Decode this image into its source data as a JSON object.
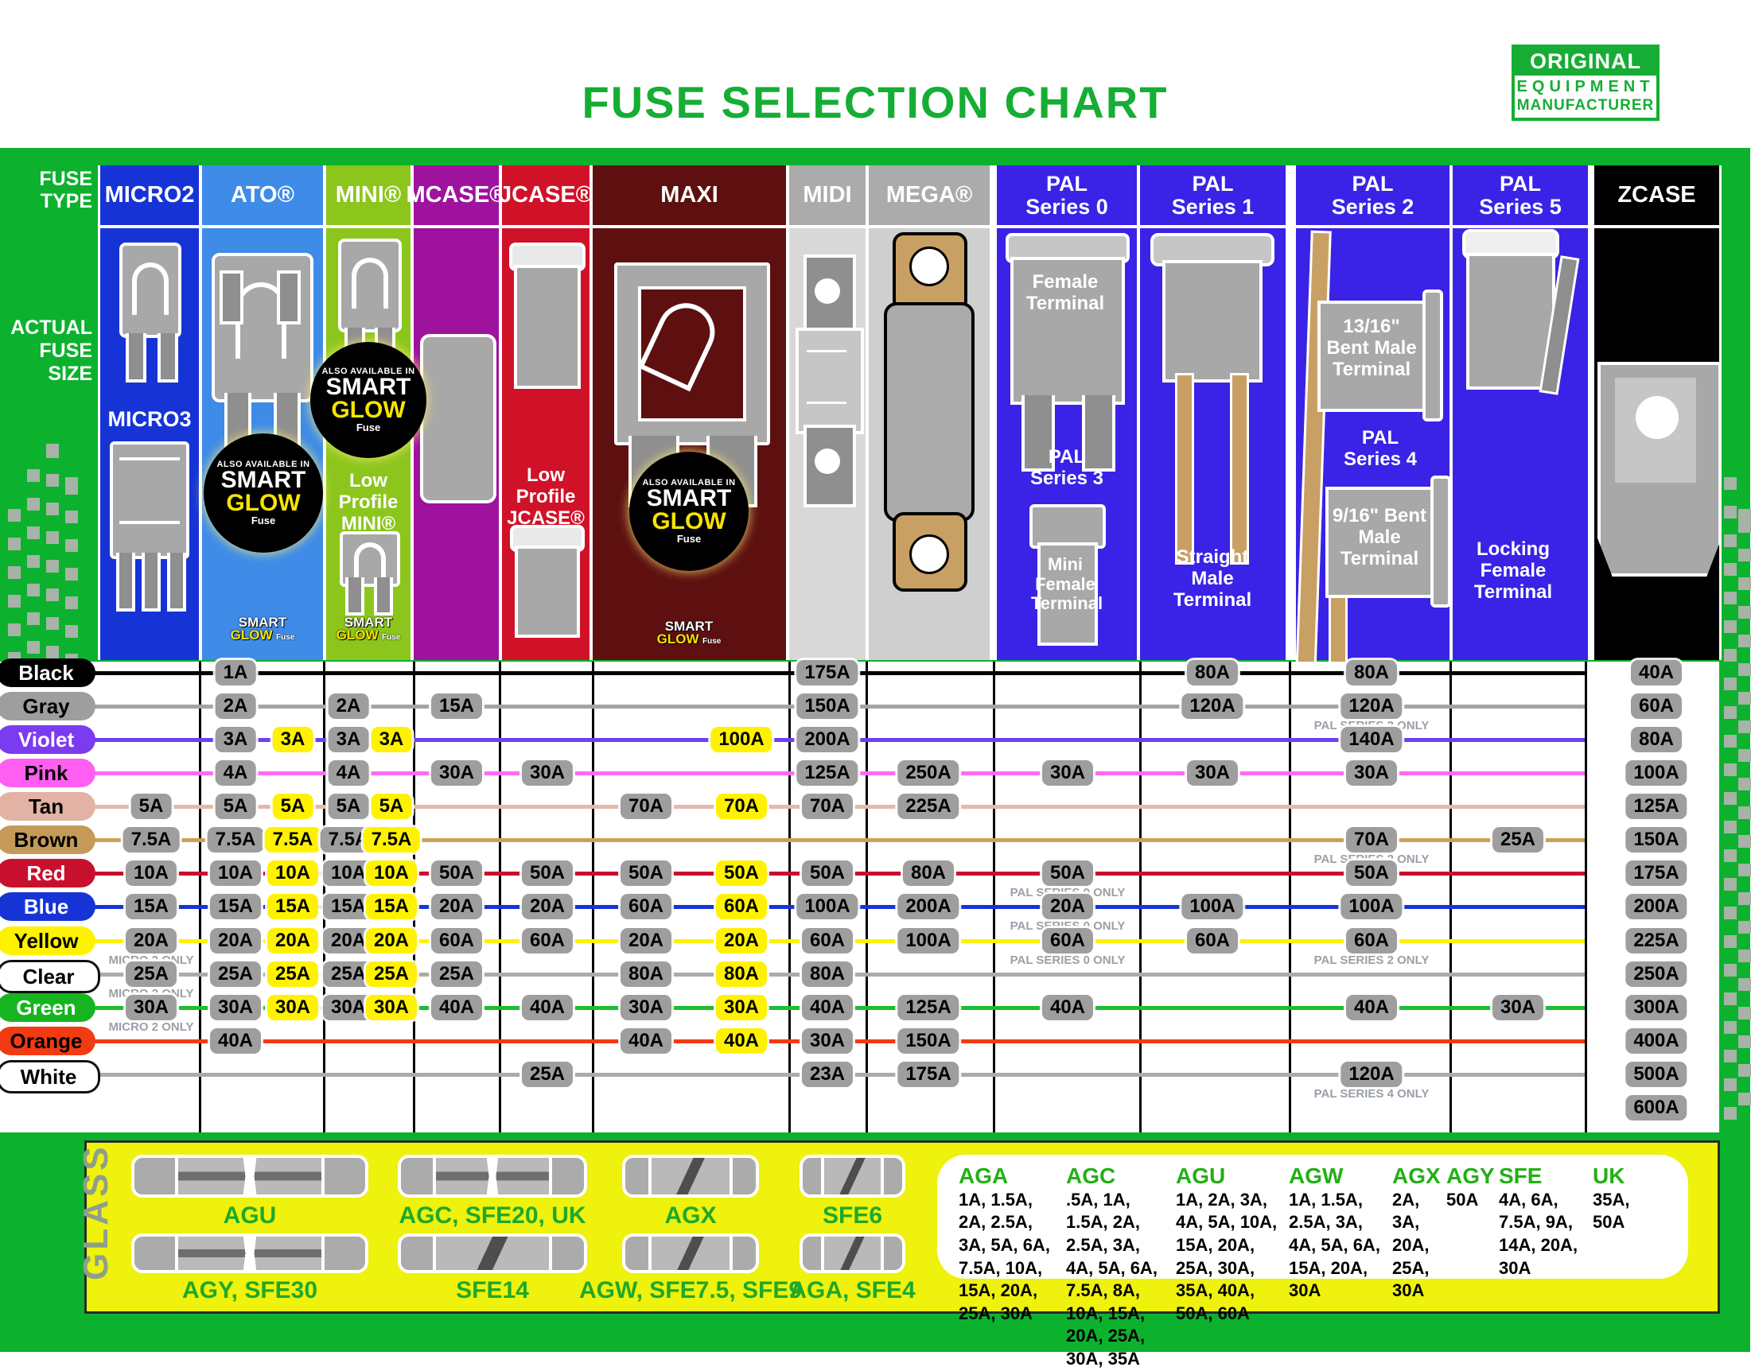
{
  "title": "FUSE SELECTION CHART",
  "oem_badge": {
    "line1": "ORIGINAL",
    "line2": "EQUIPMENT",
    "line3": "MANUFACTURER"
  },
  "left_labels": {
    "fuse_type": "FUSE TYPE",
    "actual_fuse_size": "ACTUAL FUSE SIZE"
  },
  "columns": [
    {
      "id": "micro2",
      "label": "MICRO2"
    },
    {
      "id": "ato",
      "label": "ATO®"
    },
    {
      "id": "mini",
      "label": "MINI®"
    },
    {
      "id": "mcase",
      "label": "MCASE®"
    },
    {
      "id": "jcase",
      "label": "JCASE®"
    },
    {
      "id": "maxi",
      "label": "MAXI"
    },
    {
      "id": "midi",
      "label": "MIDI"
    },
    {
      "id": "mega",
      "label": "MEGA®"
    },
    {
      "id": "pal0",
      "label": "PAL",
      "label2": "Series 0"
    },
    {
      "id": "pal1",
      "label": "PAL",
      "label2": "Series 1"
    },
    {
      "id": "pal2",
      "label": "PAL",
      "label2": "Series 2"
    },
    {
      "id": "pal5",
      "label": "PAL",
      "label2": "Series 5"
    },
    {
      "id": "zcase",
      "label": "ZCASE"
    }
  ],
  "fuse_area": {
    "micro2_sub": "MICRO3",
    "smartglow": {
      "top": "ALSO AVAILABLE IN",
      "l1": "SMART",
      "l2": "GLOW",
      "l3": "Fuse"
    },
    "mini_low_profile": "Low Profile MINI®",
    "jcase_low_profile": "Low Profile JCASE®",
    "pal0_top": "Female Terminal",
    "pal0_mid": "PAL Series 3",
    "pal0_bottom": "Mini Female Terminal",
    "pal1_bottom": "Straight Male Terminal",
    "pal2_top": "13/16\" Bent Male Terminal",
    "pal2_mid": "PAL Series 4",
    "pal2_bottom": "9/16\" Bent Male Terminal",
    "pal5_bottom": "Locking Female Terminal"
  },
  "chart_data": {
    "type": "table",
    "title": "FUSE SELECTION CHART",
    "column_ids": [
      "micro2",
      "ato",
      "mini",
      "mcase",
      "jcase",
      "maxi",
      "midi",
      "mega",
      "pal0",
      "pal1",
      "pal2",
      "pal5",
      "zcase"
    ],
    "rows": [
      {
        "name": "Black",
        "pill_bg": "#000000",
        "pill_text": "#ffffff",
        "line": "#000000",
        "cells": [
          {
            "col": "ato_l",
            "amps": "1A"
          },
          {
            "col": "midi",
            "amps": "175A"
          },
          {
            "col": "pal1",
            "amps": "80A"
          },
          {
            "col": "pal2",
            "amps": "80A"
          },
          {
            "col": "zcase",
            "amps": "40A"
          }
        ]
      },
      {
        "name": "Gray",
        "pill_bg": "#9E9E9E",
        "pill_text": "#000000",
        "line": "#A4A4A4",
        "cells": [
          {
            "col": "ato_l",
            "amps": "2A"
          },
          {
            "col": "mini_l",
            "amps": "2A"
          },
          {
            "col": "mcase",
            "amps": "15A"
          },
          {
            "col": "midi",
            "amps": "150A"
          },
          {
            "col": "pal1",
            "amps": "120A"
          },
          {
            "col": "pal2",
            "amps": "120A",
            "note": "PAL SERIES 2 ONLY"
          },
          {
            "col": "zcase",
            "amps": "60A"
          }
        ]
      },
      {
        "name": "Violet",
        "pill_bg": "#7B3BF0",
        "pill_text": "#ffffff",
        "line": "#6B3FF2",
        "cells": [
          {
            "col": "ato_l",
            "amps": "3A"
          },
          {
            "col": "ato_r",
            "amps": "3A",
            "glow": true
          },
          {
            "col": "mini_l",
            "amps": "3A"
          },
          {
            "col": "mini_r",
            "amps": "3A",
            "glow": true
          },
          {
            "col": "maxi_r",
            "amps": "100A",
            "glow": true
          },
          {
            "col": "midi",
            "amps": "200A"
          },
          {
            "col": "pal2",
            "amps": "140A"
          },
          {
            "col": "zcase",
            "amps": "80A"
          }
        ]
      },
      {
        "name": "Pink",
        "pill_bg": "#FF5FF0",
        "pill_text": "#000000",
        "line": "#FF6AF0",
        "cells": [
          {
            "col": "ato_l",
            "amps": "4A"
          },
          {
            "col": "mini_l",
            "amps": "4A"
          },
          {
            "col": "mcase",
            "amps": "30A"
          },
          {
            "col": "jcase",
            "amps": "30A"
          },
          {
            "col": "midi",
            "amps": "125A"
          },
          {
            "col": "mega",
            "amps": "250A"
          },
          {
            "col": "pal0",
            "amps": "30A"
          },
          {
            "col": "pal1",
            "amps": "30A"
          },
          {
            "col": "pal2",
            "amps": "30A"
          },
          {
            "col": "zcase",
            "amps": "100A"
          }
        ]
      },
      {
        "name": "Tan",
        "pill_bg": "#E2B2A4",
        "pill_text": "#000000",
        "line": "#E4B8AC",
        "cells": [
          {
            "col": "micro2",
            "amps": "5A"
          },
          {
            "col": "ato_l",
            "amps": "5A"
          },
          {
            "col": "ato_r",
            "amps": "5A",
            "glow": true
          },
          {
            "col": "mini_l",
            "amps": "5A"
          },
          {
            "col": "mini_r",
            "amps": "5A",
            "glow": true
          },
          {
            "col": "maxi_l",
            "amps": "70A"
          },
          {
            "col": "maxi_r",
            "amps": "70A",
            "glow": true
          },
          {
            "col": "midi",
            "amps": "70A"
          },
          {
            "col": "mega",
            "amps": "225A"
          },
          {
            "col": "zcase",
            "amps": "125A"
          }
        ]
      },
      {
        "name": "Brown",
        "pill_bg": "#C59A58",
        "pill_text": "#000000",
        "line": "#CBA058",
        "cells": [
          {
            "col": "micro2",
            "amps": "7.5A"
          },
          {
            "col": "ato_l",
            "amps": "7.5A"
          },
          {
            "col": "ato_r",
            "amps": "7.5A",
            "glow": true
          },
          {
            "col": "mini_l",
            "amps": "7.5A"
          },
          {
            "col": "mini_r",
            "amps": "7.5A",
            "glow": true
          },
          {
            "col": "pal2",
            "amps": "70A",
            "note": "PAL SERIES 2 ONLY"
          },
          {
            "col": "pal5",
            "amps": "25A"
          },
          {
            "col": "zcase",
            "amps": "150A"
          }
        ]
      },
      {
        "name": "Red",
        "pill_bg": "#C8102E",
        "pill_text": "#ffffff",
        "line": "#C8102E",
        "cells": [
          {
            "col": "micro2",
            "amps": "10A"
          },
          {
            "col": "ato_l",
            "amps": "10A"
          },
          {
            "col": "ato_r",
            "amps": "10A",
            "glow": true
          },
          {
            "col": "mini_l",
            "amps": "10A"
          },
          {
            "col": "mini_r",
            "amps": "10A",
            "glow": true
          },
          {
            "col": "mcase",
            "amps": "50A"
          },
          {
            "col": "jcase",
            "amps": "50A"
          },
          {
            "col": "maxi_l",
            "amps": "50A"
          },
          {
            "col": "maxi_r",
            "amps": "50A",
            "glow": true
          },
          {
            "col": "midi",
            "amps": "50A"
          },
          {
            "col": "mega",
            "amps": "80A"
          },
          {
            "col": "pal0",
            "amps": "50A",
            "note": "PAL SERIES 0 ONLY"
          },
          {
            "col": "pal2",
            "amps": "50A"
          },
          {
            "col": "zcase",
            "amps": "175A"
          }
        ]
      },
      {
        "name": "Blue",
        "pill_bg": "#1634D6",
        "pill_text": "#ffffff",
        "line": "#1634D6",
        "cells": [
          {
            "col": "micro2",
            "amps": "15A"
          },
          {
            "col": "ato_l",
            "amps": "15A"
          },
          {
            "col": "ato_r",
            "amps": "15A",
            "glow": true
          },
          {
            "col": "mini_l",
            "amps": "15A"
          },
          {
            "col": "mini_r",
            "amps": "15A",
            "glow": true
          },
          {
            "col": "mcase",
            "amps": "20A"
          },
          {
            "col": "jcase",
            "amps": "20A"
          },
          {
            "col": "maxi_l",
            "amps": "60A"
          },
          {
            "col": "maxi_r",
            "amps": "60A",
            "glow": true
          },
          {
            "col": "midi",
            "amps": "100A"
          },
          {
            "col": "mega",
            "amps": "200A"
          },
          {
            "col": "pal0",
            "amps": "20A",
            "note": "PAL SERIES 0 ONLY"
          },
          {
            "col": "pal1",
            "amps": "100A"
          },
          {
            "col": "pal2",
            "amps": "100A"
          },
          {
            "col": "zcase",
            "amps": "200A"
          }
        ]
      },
      {
        "name": "Yellow",
        "pill_bg": "#FFF200",
        "pill_text": "#000000",
        "line": "#FFF200",
        "cells": [
          {
            "col": "micro2",
            "amps": "20A",
            "note": "MICRO 2 ONLY"
          },
          {
            "col": "ato_l",
            "amps": "20A"
          },
          {
            "col": "ato_r",
            "amps": "20A",
            "glow": true
          },
          {
            "col": "mini_l",
            "amps": "20A"
          },
          {
            "col": "mini_r",
            "amps": "20A",
            "glow": true
          },
          {
            "col": "mcase",
            "amps": "60A"
          },
          {
            "col": "jcase",
            "amps": "60A"
          },
          {
            "col": "maxi_l",
            "amps": "20A"
          },
          {
            "col": "maxi_r",
            "amps": "20A",
            "glow": true
          },
          {
            "col": "midi",
            "amps": "60A"
          },
          {
            "col": "mega",
            "amps": "100A"
          },
          {
            "col": "pal0",
            "amps": "60A",
            "note": "PAL SERIES 0 ONLY"
          },
          {
            "col": "pal1",
            "amps": "60A"
          },
          {
            "col": "pal2",
            "amps": "60A",
            "note": "PAL SERIES 2 ONLY"
          },
          {
            "col": "zcase",
            "amps": "225A"
          }
        ]
      },
      {
        "name": "Clear",
        "pill_bg": "#ffffff",
        "pill_text": "#000000",
        "pill_border": true,
        "line": "#ABABAB",
        "cells": [
          {
            "col": "micro2",
            "amps": "25A",
            "note": "MICRO 2 ONLY"
          },
          {
            "col": "ato_l",
            "amps": "25A"
          },
          {
            "col": "ato_r",
            "amps": "25A",
            "glow": true
          },
          {
            "col": "mini_l",
            "amps": "25A"
          },
          {
            "col": "mini_r",
            "amps": "25A",
            "glow": true
          },
          {
            "col": "mcase",
            "amps": "25A"
          },
          {
            "col": "maxi_l",
            "amps": "80A"
          },
          {
            "col": "maxi_r",
            "amps": "80A",
            "glow": true
          },
          {
            "col": "midi",
            "amps": "80A"
          },
          {
            "col": "zcase",
            "amps": "250A"
          }
        ]
      },
      {
        "name": "Green",
        "pill_bg": "#16B520",
        "pill_text": "#ffffff",
        "line": "#1CBE2C",
        "cells": [
          {
            "col": "micro2",
            "amps": "30A",
            "note": "MICRO 2 ONLY"
          },
          {
            "col": "ato_l",
            "amps": "30A"
          },
          {
            "col": "ato_r",
            "amps": "30A",
            "glow": true
          },
          {
            "col": "mini_l",
            "amps": "30A"
          },
          {
            "col": "mini_r",
            "amps": "30A",
            "glow": true
          },
          {
            "col": "mcase",
            "amps": "40A"
          },
          {
            "col": "jcase",
            "amps": "40A"
          },
          {
            "col": "maxi_l",
            "amps": "30A"
          },
          {
            "col": "maxi_r",
            "amps": "30A",
            "glow": true
          },
          {
            "col": "midi",
            "amps": "40A"
          },
          {
            "col": "mega",
            "amps": "125A"
          },
          {
            "col": "pal0",
            "amps": "40A"
          },
          {
            "col": "pal2",
            "amps": "40A"
          },
          {
            "col": "pal5",
            "amps": "30A"
          },
          {
            "col": "zcase",
            "amps": "300A"
          }
        ]
      },
      {
        "name": "Orange",
        "pill_bg": "#F23B12",
        "pill_text": "#000000",
        "line": "#F23B12",
        "cells": [
          {
            "col": "ato_l",
            "amps": "40A"
          },
          {
            "col": "maxi_l",
            "amps": "40A"
          },
          {
            "col": "maxi_r",
            "amps": "40A",
            "glow": true
          },
          {
            "col": "midi",
            "amps": "30A"
          },
          {
            "col": "mega",
            "amps": "150A"
          },
          {
            "col": "zcase",
            "amps": "400A"
          }
        ]
      },
      {
        "name": "White",
        "pill_bg": "#ffffff",
        "pill_text": "#000000",
        "pill_border": true,
        "line": "#ABABAB",
        "cells": [
          {
            "col": "jcase",
            "amps": "25A"
          },
          {
            "col": "midi",
            "amps": "23A"
          },
          {
            "col": "mega",
            "amps": "175A"
          },
          {
            "col": "pal2",
            "amps": "120A",
            "note": "PAL SERIES 4 ONLY"
          },
          {
            "col": "zcase",
            "amps": "500A"
          }
        ]
      },
      {
        "name": null,
        "cells": [
          {
            "col": "zcase",
            "amps": "600A"
          }
        ]
      }
    ]
  },
  "glass": {
    "section_label": "GLASS",
    "fuses": [
      {
        "label": "AGU",
        "row": 1,
        "slot": 1,
        "style": "x"
      },
      {
        "label": "AGC, SFE20, UK",
        "row": 1,
        "slot": 2,
        "style": "x"
      },
      {
        "label": "AGX",
        "row": 1,
        "slot": 3,
        "style": "diag"
      },
      {
        "label": "SFE6",
        "row": 1,
        "slot": 4,
        "style": "diag"
      },
      {
        "label": "AGY, SFE30",
        "row": 2,
        "slot": 1,
        "style": "x"
      },
      {
        "label": "SFE14",
        "row": 2,
        "slot": 2,
        "style": "diag"
      },
      {
        "label": "AGW, SFE7.5, SFE9",
        "row": 2,
        "slot": 3,
        "style": "diag"
      },
      {
        "label": "AGA, SFE4",
        "row": 2,
        "slot": 4,
        "style": "diag"
      }
    ],
    "lists": [
      {
        "name": "AGA",
        "amps": "1A, 1.5A, 2A, 2.5A, 3A, 5A, 6A, 7.5A, 10A, 15A, 20A, 25A, 30A"
      },
      {
        "name": "AGC",
        "amps": ".5A, 1A, 1.5A, 2A, 2.5A, 3A, 4A, 5A, 6A, 7.5A, 8A, 10A, 15A, 20A, 25A, 30A, 35A"
      },
      {
        "name": "AGU",
        "amps": "1A, 2A, 3A, 4A, 5A, 10A, 15A, 20A, 25A, 30A, 35A, 40A, 50A, 60A"
      },
      {
        "name": "AGW",
        "amps": "1A, 1.5A, 2.5A, 3A, 4A, 5A, 6A, 15A, 20A, 30A"
      },
      {
        "name": "AGX",
        "amps": "2A, 3A, 20A, 25A, 30A"
      },
      {
        "name": "AGY",
        "amps": "50A"
      },
      {
        "name": "SFE",
        "amps": "4A, 6A, 7.5A, 9A, 14A, 20A, 30A"
      },
      {
        "name": "UK",
        "amps": "35A, 50A"
      }
    ]
  },
  "colors": {
    "background_green": "#0CB22E",
    "title_green": "#16AD35",
    "pal_blue": "#3A23E6",
    "micro2_blue": "#1634D6",
    "ato_blue": "#3E8BE8",
    "mini_green": "#8CC61C",
    "mcase_purple": "#9E129E",
    "jcase_red": "#D01228",
    "maxi_maroon": "#5E1010",
    "glass_yellow": "#EEF20C",
    "smartglow_yellow": "#FFF200",
    "badge_gray": "#9E9E9E"
  }
}
